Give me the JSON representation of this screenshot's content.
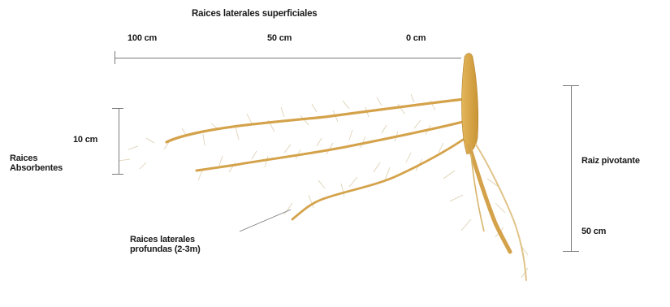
{
  "labels": {
    "title": "Raices laterales superficiales",
    "scale_100": "100 cm",
    "scale_50": "50 cm",
    "scale_0": "0 cm",
    "depth_10": "10 cm",
    "absorbentes": "Raices\nAbsorbentes",
    "pivotante": "Raiz pivotante",
    "depth_50": "50 cm",
    "profundas": "Raices laterales\nprofundas (2-3m)"
  },
  "colors": {
    "root_main": "#d9a84a",
    "root_dark": "#b5832e",
    "root_fine": "#d8c9a6",
    "scale": "#7a7a7a"
  }
}
